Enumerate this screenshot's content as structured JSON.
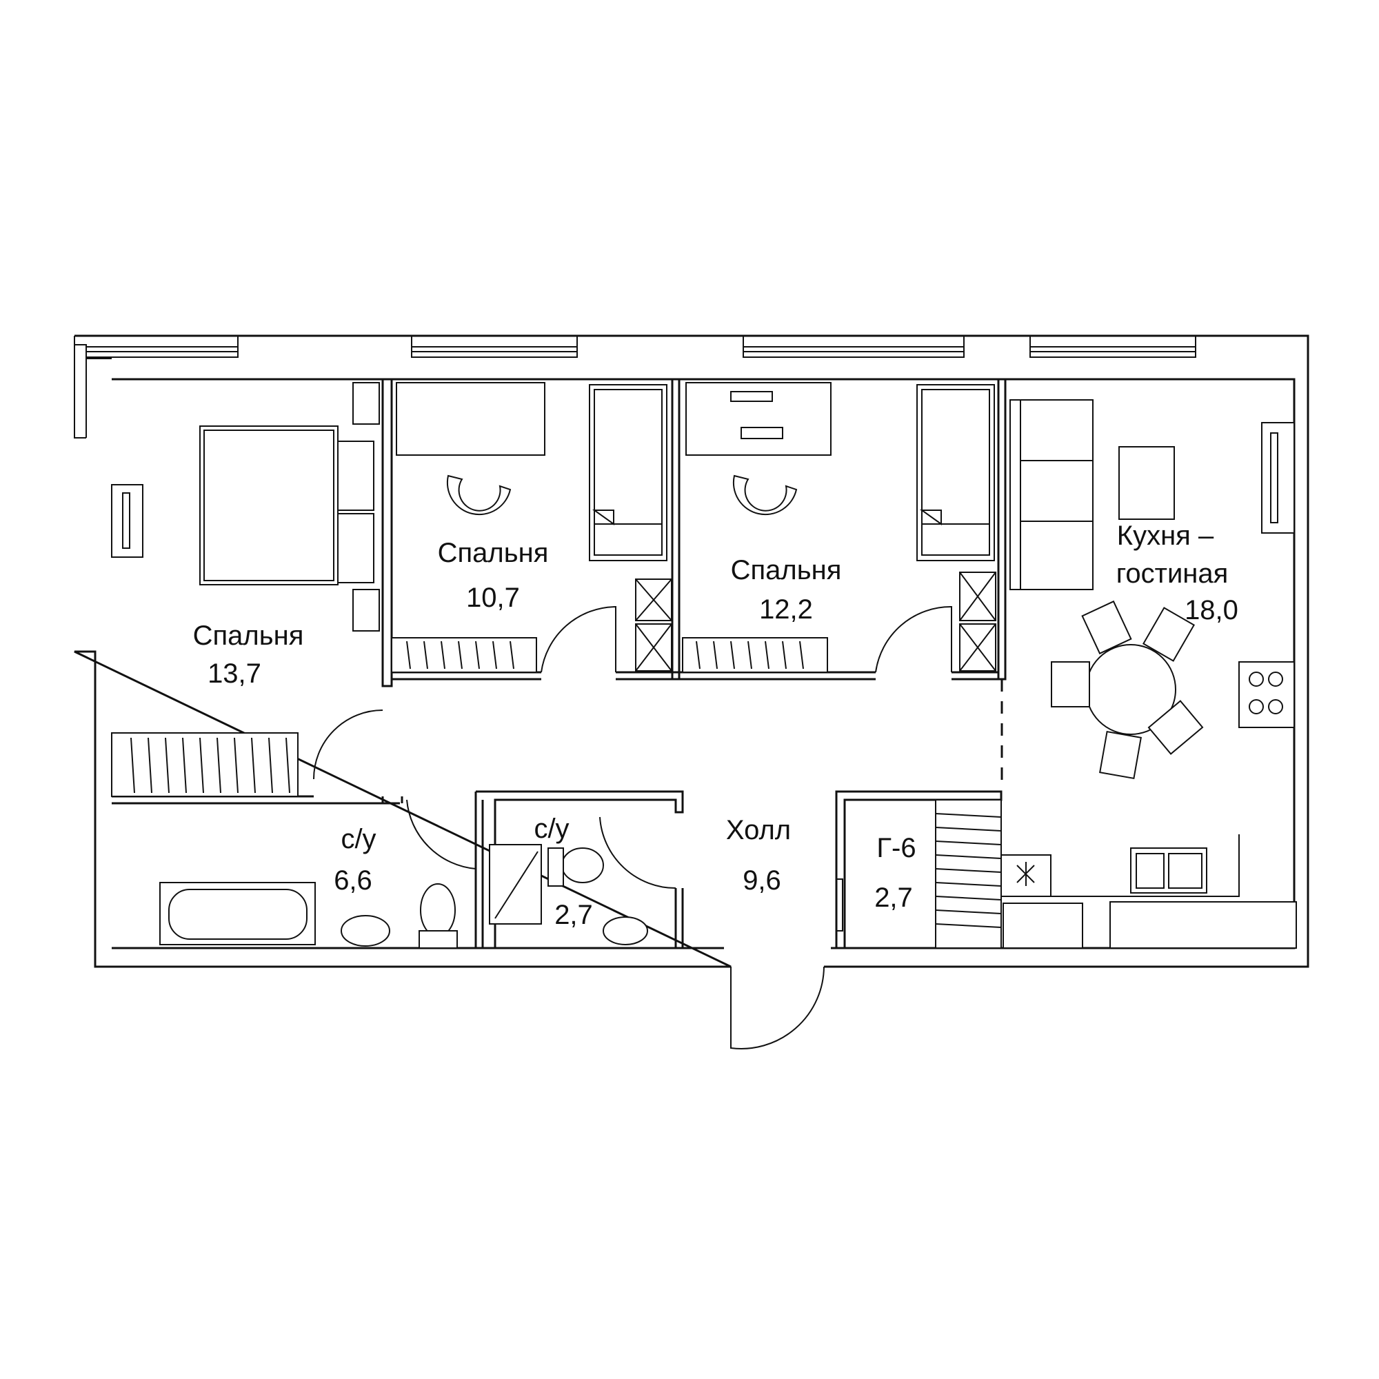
{
  "rooms": [
    {
      "name": "Спальня",
      "area": "13,7"
    },
    {
      "name": "Спальня",
      "area": "10,7"
    },
    {
      "name": "Спальня",
      "area": "12,2"
    },
    {
      "name_line1": "Кухня –",
      "name_line2": "гостиная",
      "area": "18,0"
    },
    {
      "name": "с/у",
      "area": "6,6"
    },
    {
      "name": "с/у",
      "area": "2,7"
    },
    {
      "name": "Холл",
      "area": "9,6"
    },
    {
      "name": "Г-6",
      "area": "2,7"
    }
  ]
}
